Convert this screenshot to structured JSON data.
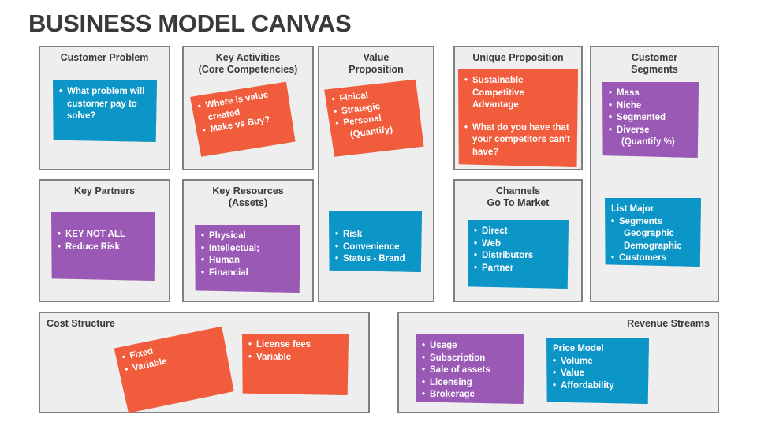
{
  "title": "BUSINESS MODEL CANVAS",
  "colors": {
    "blue": "#0c95c7",
    "orange": "#f05c3c",
    "purple": "#9b59b6",
    "panel_bg": "#eeeeee",
    "panel_border": "#808080",
    "title_text": "#3a3a3a"
  },
  "panels": {
    "customer_problem": {
      "title": "Customer Problem",
      "card": {
        "color": "blue",
        "items": [
          "What problem will customer pay to solve?"
        ]
      }
    },
    "key_activities": {
      "title_line1": "Key Activities",
      "title_line2": "(Core Competencies)",
      "card": {
        "color": "orange",
        "items": [
          "Where is value created",
          "Make vs Buy?"
        ]
      }
    },
    "value_proposition": {
      "title_line1": "Value",
      "title_line2": "Proposition",
      "card_top": {
        "color": "orange",
        "items": [
          "Finical",
          "Strategic",
          "Personal"
        ],
        "note": "(Quantify)"
      },
      "card_bottom": {
        "color": "blue",
        "items": [
          "Risk",
          "Convenience",
          "Status - Brand"
        ]
      }
    },
    "unique_proposition": {
      "title": "Unique Proposition",
      "card": {
        "color": "orange",
        "items": [
          "Sustainable Competitive Advantage",
          "What do you have that your competitors can’t have?"
        ]
      }
    },
    "customer_segments": {
      "title_line1": "Customer",
      "title_line2": "Segments",
      "card_top": {
        "color": "purple",
        "items": [
          "Mass",
          "Niche",
          "Segmented",
          "Diverse"
        ],
        "note": "(Quantify %)"
      },
      "card_bottom": {
        "color": "blue",
        "heading": "List Major",
        "items": [
          "Segments"
        ],
        "sub": [
          "Geographic",
          "Demographic"
        ],
        "items2": [
          "Customers"
        ]
      }
    },
    "key_partners": {
      "title": "Key Partners",
      "card": {
        "color": "purple",
        "items": [
          "KEY NOT ALL",
          "Reduce Risk"
        ]
      }
    },
    "key_resources": {
      "title_line1": "Key Resources",
      "title_line2": "(Assets)",
      "card": {
        "color": "purple",
        "items": [
          "Physical",
          "Intellectual;",
          "Human",
          "Financial"
        ]
      }
    },
    "channels": {
      "title_line1": "Channels",
      "title_line2": "Go To Market",
      "card": {
        "color": "blue",
        "items": [
          "Direct",
          "Web",
          "Distributors",
          "Partner"
        ]
      }
    },
    "cost_structure": {
      "title": "Cost Structure",
      "card_left": {
        "color": "orange",
        "items": [
          "Fixed",
          "Variable"
        ]
      },
      "card_right": {
        "color": "orange",
        "items": [
          "License fees",
          "Variable"
        ]
      }
    },
    "revenue_streams": {
      "title": "Revenue Streams",
      "card_left": {
        "color": "purple",
        "items": [
          "Usage",
          "Subscription",
          "Sale of assets",
          "Licensing",
          "Brokerage"
        ]
      },
      "card_right": {
        "color": "blue",
        "heading": "Price Model",
        "items": [
          "Volume",
          "Value",
          "Affordability"
        ]
      }
    }
  }
}
